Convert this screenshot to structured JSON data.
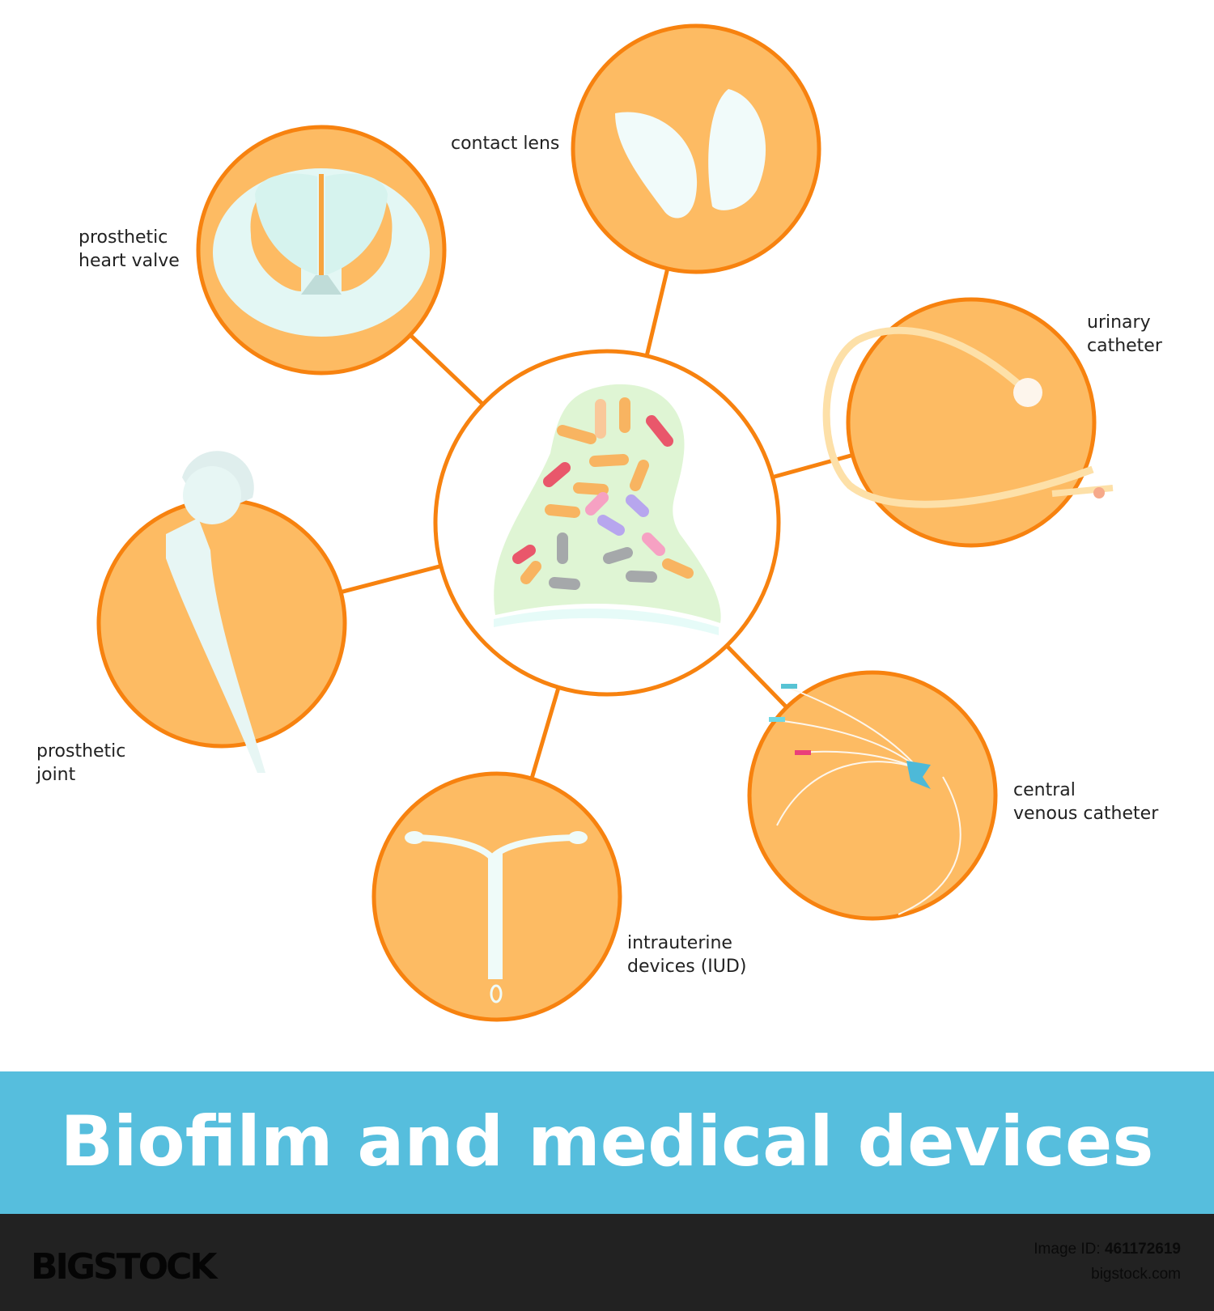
{
  "title": "Biofilm and medical devices",
  "colors": {
    "orange_stroke": "#f7820f",
    "orange_fill": "#fdbb63",
    "banner": "#56bedd",
    "footer": "#222222",
    "biofilm": "#dff5d4"
  },
  "center": {
    "name": "biofilm"
  },
  "devices": [
    {
      "id": "contact-lens",
      "lines": [
        "contact lens"
      ]
    },
    {
      "id": "heart-valve",
      "lines": [
        "prosthetic",
        "heart valve"
      ]
    },
    {
      "id": "urinary-catheter",
      "lines": [
        "urinary",
        "catheter"
      ]
    },
    {
      "id": "prosthetic-joint",
      "lines": [
        "prosthetic",
        "joint"
      ]
    },
    {
      "id": "iud",
      "lines": [
        "intrauterine",
        "devices (IUD)"
      ]
    },
    {
      "id": "central-venous-catheter",
      "lines": [
        "central",
        "venous catheter"
      ]
    }
  ],
  "footer": {
    "logo": "BIGSTOCK",
    "image_id_label": "Image ID:",
    "image_id": "461172619",
    "site": "bigstock.com"
  }
}
